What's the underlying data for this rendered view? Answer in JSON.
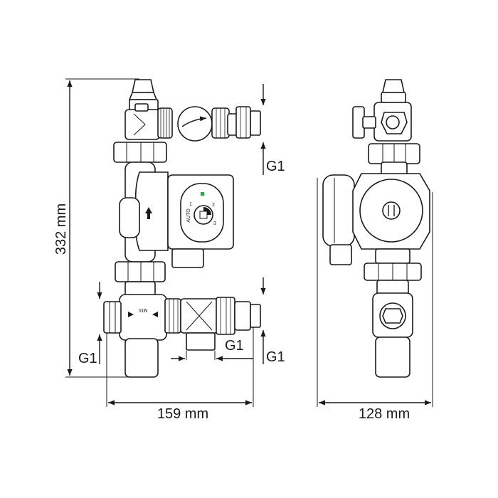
{
  "dimensions": {
    "height_label": "332 mm",
    "width_front_label": "159 mm",
    "width_side_label": "128 mm",
    "thread_labels": [
      "G1",
      "G1",
      "G1",
      "G1"
    ]
  },
  "dial": {
    "auto_label": "AUTO",
    "positions": [
      "1",
      "2",
      "3"
    ],
    "indicator_color": "#2aa84a"
  },
  "valve": {
    "mix_label": "MIX"
  }
}
